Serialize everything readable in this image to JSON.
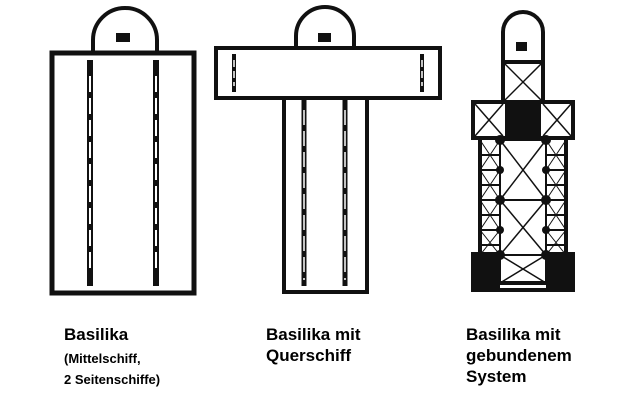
{
  "plans": [
    {
      "id": "basilika",
      "title": "Basilika",
      "subtitle_lines": [
        "(Mittelschiff,",
        "2 Seitenschiffe)"
      ]
    },
    {
      "id": "basilika-querschiff",
      "title_lines": [
        "Basilika mit",
        "Querschiff"
      ]
    },
    {
      "id": "basilika-gebunden",
      "title_lines": [
        "Basilika mit",
        "gebundenem",
        "System"
      ]
    }
  ],
  "colors": {
    "ink": "#111111",
    "background": "#ffffff"
  }
}
